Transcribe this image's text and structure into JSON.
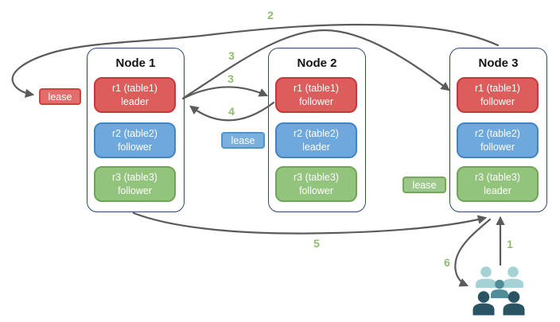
{
  "nodes": [
    {
      "title": "Node 1",
      "replicas": [
        {
          "line1": "r1 (table1)",
          "line2": "leader",
          "color": "red"
        },
        {
          "line1": "r2 (table2)",
          "line2": "follower",
          "color": "blue"
        },
        {
          "line1": "r3 (table3)",
          "line2": "follower",
          "color": "green"
        }
      ]
    },
    {
      "title": "Node 2",
      "replicas": [
        {
          "line1": "r1 (table1)",
          "line2": "follower",
          "color": "red"
        },
        {
          "line1": "r2 (table2)",
          "line2": "leader",
          "color": "blue"
        },
        {
          "line1": "r3 (table3)",
          "line2": "follower",
          "color": "green"
        }
      ]
    },
    {
      "title": "Node 3",
      "replicas": [
        {
          "line1": "r1 (table1)",
          "line2": "follower",
          "color": "red"
        },
        {
          "line1": "r2 (table2)",
          "line2": "follower",
          "color": "blue"
        },
        {
          "line1": "r3 (table3)",
          "line2": "leader",
          "color": "green"
        }
      ]
    }
  ],
  "leases": [
    {
      "label": "lease",
      "color": "red"
    },
    {
      "label": "lease",
      "color": "blue"
    },
    {
      "label": "lease",
      "color": "green"
    }
  ],
  "steps": {
    "s1": "1",
    "s2": "2",
    "s3a": "3",
    "s3b": "3",
    "s4": "4",
    "s5": "5",
    "s6": "6"
  },
  "icons": {
    "users_group": "users-group-icon"
  },
  "colors": {
    "replica_red": "#dd5c5c",
    "replica_red_border": "#c13b3b",
    "replica_blue": "#6fa8dc",
    "replica_blue_border": "#4284c4",
    "replica_green": "#93c47d",
    "replica_green_border": "#6fa556",
    "lease_red": "#e36c6c",
    "lease_blue": "#79b0dd",
    "lease_green": "#9cc98a",
    "node_border": "#2c4a72",
    "arrow_gray": "#5b5b5b",
    "step_label_green": "#8ebd71",
    "users_light_teal": "#a5d2d4",
    "users_medium_teal": "#4f8d98",
    "users_dark_teal": "#2a5464"
  }
}
